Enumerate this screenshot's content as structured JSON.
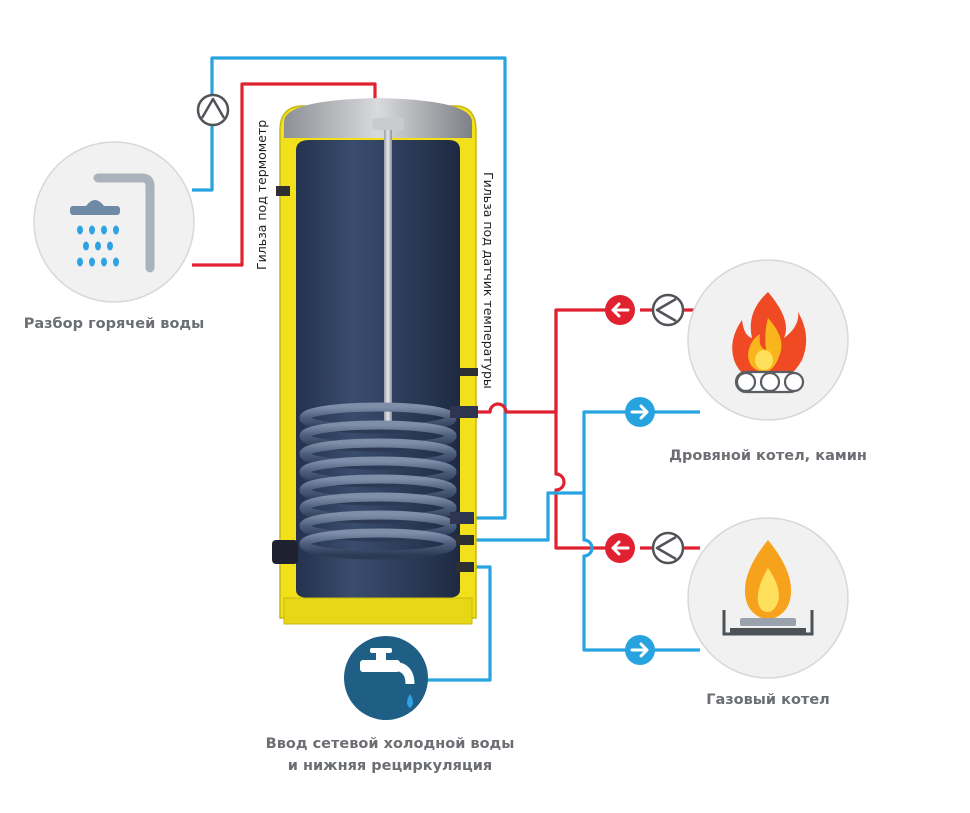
{
  "labels": {
    "hot_water_draw": "Разбор горячей воды",
    "thermometer_sleeve": "Гильза под термометр",
    "temp_sensor_sleeve": "Гильза под датчик температуры",
    "wood_boiler": "Дровяной котел, камин",
    "gas_boiler": "Газовый котел",
    "cold_inlet_line1": "Ввод  сетевой холодной воды",
    "cold_inlet_line2": "и нижняя рециркуляция"
  },
  "colors": {
    "hot_pipe": "#e02230",
    "cold_pipe": "#27a4e0",
    "insulation": "#f2e11a",
    "tank_inner": "#2f3f5f",
    "circle_bg": "#f1f1f1",
    "label_text": "#6b6e73",
    "water_tap_bg": "#1f5f86"
  },
  "icons": {
    "shower": "shower-icon",
    "fire": "fire-icon",
    "gas_flame": "gas-flame-icon",
    "tap": "water-tap-icon",
    "pump": "pump-icon",
    "arrow_hot": "arrow-left-icon",
    "arrow_cold": "arrow-right-icon"
  }
}
